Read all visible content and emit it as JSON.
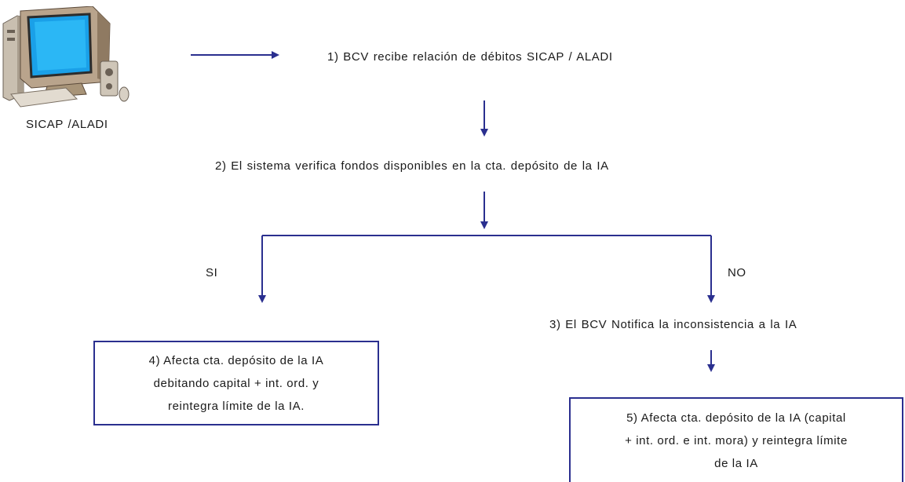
{
  "colors": {
    "arrow": "#2a2f8f",
    "box_border": "#2a2f8f",
    "text": "#1a1a1a"
  },
  "icons": {
    "computer": "desktop-computer-icon"
  },
  "source_label": "SICAP /ALADI",
  "steps": {
    "step1": "1) BCV recibe relación de débitos SICAP / ALADI",
    "step2": "2) El sistema verifica fondos disponibles en la cta. depósito de la IA",
    "step3": "3) El BCV Notifica la inconsistencia a la IA"
  },
  "branches": {
    "yes_label": "SI",
    "no_label": "NO"
  },
  "box4": {
    "lines": [
      "4) Afecta cta. depósito de la IA",
      "debitando capital + int. ord. y",
      "reintegra límite de la IA."
    ]
  },
  "box5": {
    "lines": [
      "5) Afecta cta. depósito de la IA (capital",
      "+ int. ord. e int. mora) y reintegra límite",
      "de la IA"
    ]
  }
}
